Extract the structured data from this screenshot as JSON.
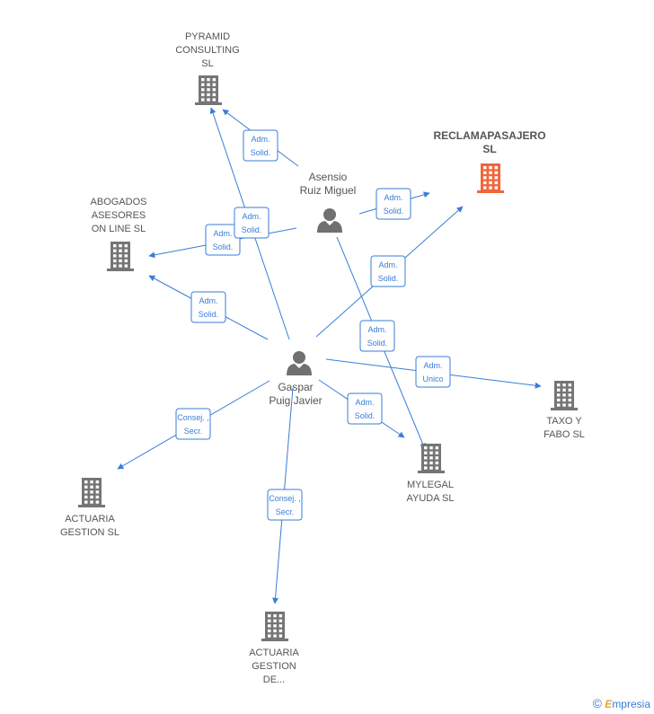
{
  "companies": {
    "pyramid": {
      "lines": [
        "PYRAMID",
        "CONSULTING",
        "SL"
      ],
      "color": "#757575"
    },
    "reclama": {
      "lines": [
        "RECLAMAPASAJERO",
        "SL"
      ],
      "color": "#f0663a"
    },
    "abogados": {
      "lines": [
        "ABOGADOS",
        "ASESORES",
        "ON LINE  SL"
      ],
      "color": "#757575"
    },
    "taxo": {
      "lines": [
        "TAXO Y",
        "FABO  SL"
      ],
      "color": "#757575"
    },
    "mylegal": {
      "lines": [
        "MYLEGAL",
        "AYUDA  SL"
      ],
      "color": "#757575"
    },
    "actuaria_gestion": {
      "lines": [
        "ACTUARIA",
        "GESTION  SL"
      ],
      "color": "#757575"
    },
    "actuaria_gestion_de": {
      "lines": [
        "ACTUARIA",
        "GESTION",
        "DE..."
      ],
      "color": "#757575"
    }
  },
  "persons": {
    "asensio": {
      "lines": [
        "Asensio",
        "Ruiz Miguel"
      ]
    },
    "gaspar": {
      "lines": [
        "Gaspar",
        "Puig Javier"
      ]
    }
  },
  "edges": [
    {
      "from": "asensio",
      "to": "pyramid",
      "label": [
        "Adm.",
        "Solid."
      ]
    },
    {
      "from": "asensio",
      "to": "reclama",
      "label": [
        "Adm.",
        "Solid."
      ]
    },
    {
      "from": "asensio",
      "to": "abogados",
      "label": [
        "Adm.",
        "Solid."
      ]
    },
    {
      "from": "asensio",
      "to": "mylegal",
      "label": [
        "Adm.",
        "Solid."
      ]
    },
    {
      "from": "gaspar",
      "to": "pyramid",
      "label": [
        "Adm.",
        "Solid."
      ]
    },
    {
      "from": "gaspar",
      "to": "abogados",
      "label": [
        "Adm.",
        "Solid."
      ]
    },
    {
      "from": "gaspar",
      "to": "reclama",
      "label": [
        "Adm.",
        "Solid."
      ]
    },
    {
      "from": "gaspar",
      "to": "taxo",
      "label": [
        "Adm.",
        "Unico"
      ]
    },
    {
      "from": "gaspar",
      "to": "mylegal",
      "label": [
        "Adm.",
        "Solid."
      ]
    },
    {
      "from": "gaspar",
      "to": "actuaria_gestion",
      "label": [
        "Consej. ,",
        "Secr."
      ]
    },
    {
      "from": "gaspar",
      "to": "actuaria_gestion_de",
      "label": [
        "Consej. ,",
        "Secr."
      ]
    }
  ],
  "brand": {
    "copyright": "©",
    "initial": "E",
    "rest": "mpresia"
  }
}
